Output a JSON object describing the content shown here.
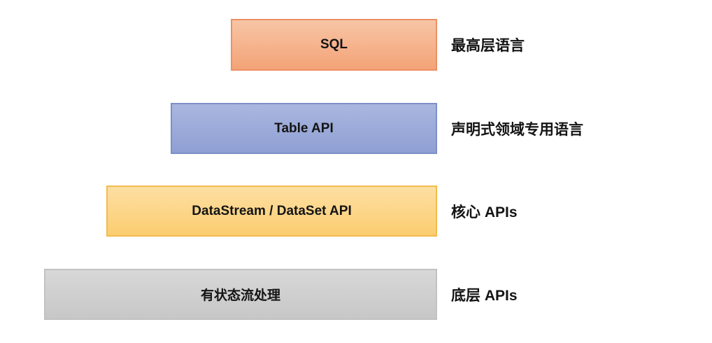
{
  "diagram": {
    "type": "layered-stack",
    "layers": [
      {
        "bar_label": "SQL",
        "side_label": "最高层语言",
        "fill_top": "#f7c5a5",
        "fill_bottom": "#f4a377",
        "border": "#ec9064"
      },
      {
        "bar_label": "Table API",
        "side_label": "声明式领域专用语言",
        "fill_top": "#a9b7df",
        "fill_bottom": "#8f9fd3",
        "border": "#7d90ca"
      },
      {
        "bar_label": "DataStream / DataSet API",
        "side_label": "核心 APIs",
        "fill_top": "#fddfa3",
        "fill_bottom": "#fccd70",
        "border": "#f2bc4e"
      },
      {
        "bar_label": "有状态流处理",
        "side_label": "底层 APIs",
        "fill_top": "#d8d8d8",
        "fill_bottom": "#c7c7c7",
        "border": "#c2c2c2"
      }
    ]
  }
}
